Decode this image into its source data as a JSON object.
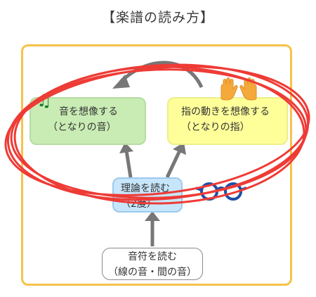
{
  "title": "【楽譜の読み方】",
  "boxes": {
    "imagine_sound": {
      "line1": "音を想像する",
      "line2": "（となりの音）"
    },
    "imagine_finger": {
      "line1": "指の動きを想像する",
      "line2": "（となりの指）"
    },
    "read_theory": {
      "line1": "理論を読む",
      "line2": "（2度）"
    },
    "read_notes": {
      "line1": "音符を読む",
      "line2": "（線の音・間の音）"
    }
  },
  "icons": {
    "music_note": "♫",
    "hands": "hands-icon",
    "glasses": "glasses-icon"
  },
  "colors": {
    "frame": "#f6c24b",
    "circle": "#ee3b36",
    "green_box": "#c9ecb4",
    "yellow_box": "#ffff9a",
    "blue_box": "#c7e6fb",
    "arrow": "#777777",
    "glasses": "#1f4fa3"
  }
}
